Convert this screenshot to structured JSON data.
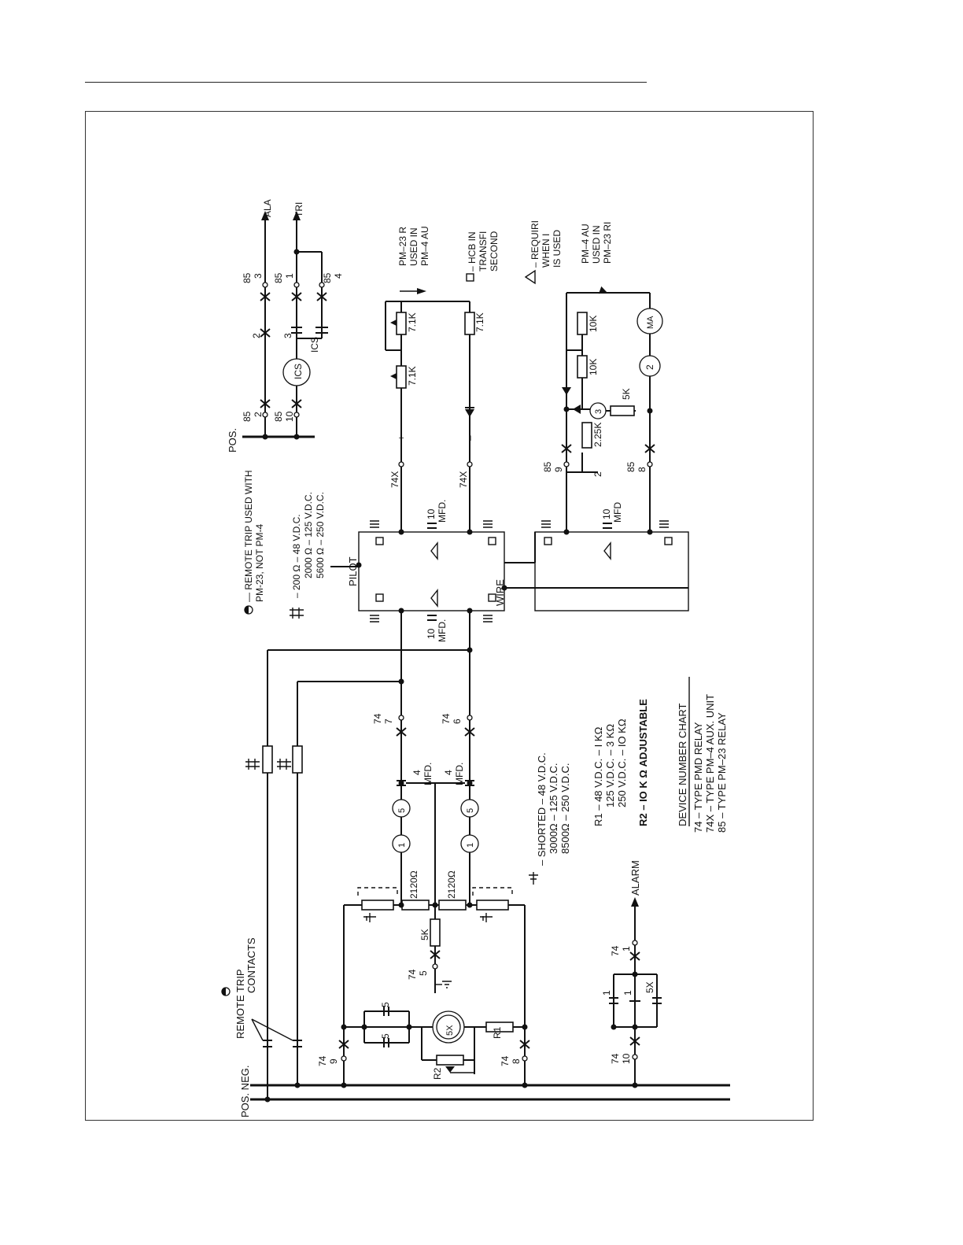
{
  "diagram": {
    "legend": {
      "remote_trip": "— REMOTE TRIP USED WITH",
      "remote_trip_2": "PM-23, NOT PM-4",
      "hash_line1": "–   200 Ω –  48 V.D.C.",
      "hash_line2": "2000 Ω – 125 V.D.C.",
      "hash_line3": "5600 Ω – 250 V.D.C.",
      "pm23_line1": "PM–23 R",
      "pm23_line2": "USED IN",
      "pm23_line3": "PM–4 AU",
      "hcb_line1": "– HCB IN",
      "hcb_line2": "TRANSFI",
      "hcb_line3": "SECOND",
      "req_line1": "– REQUIRI",
      "req_line2": "WHEN I",
      "req_line3": "IS USED",
      "pm4_line1": "PM–4 AU",
      "pm4_line2": "USED IN",
      "pm4_line3": "PM–23 RI",
      "shorted_line1": "– SHORTED – 48  V.D.C.",
      "shorted_line2": "3000Ω    – 125  V.D.C.",
      "shorted_line3": "8500Ω    – 250  V.D.C.",
      "r1_line1": "R1 –   48  V.D.C. –  I  KΩ",
      "r1_line2": "125  V.D.C. –  3  KΩ",
      "r1_line3": "250  V.D.C. – IO  KΩ",
      "r2_line": "R2 – IO K  Ω  ADJUSTABLE",
      "chart_title": "DEVICE  NUMBER  CHART",
      "chart_line1": "74  –  TYPE  PMD  RELAY",
      "chart_line2": "74X –  TYPE  PM–4  AUX.  UNIT",
      "chart_line3": "85  –  TYPE  PM–23  RELAY"
    },
    "labels": {
      "pos": "POS.",
      "pos_neg": "POS. NEG.",
      "remote_trip_contacts_1": "REMOTE  TRIP",
      "remote_trip_contacts_2": "CONTACTS",
      "pilot": "PILOT",
      "wire": "WIRE",
      "alarm_top": "ALA",
      "trip_top": "TRI",
      "alarm": "ALARM",
      "ics": "ICS",
      "r_2120_a": "2120Ω",
      "r_2120_b": "2120Ω",
      "r_5k": "5K",
      "r_5k_b": "5K",
      "r_71k_a": "7.1K",
      "r_71k_b": "7.1K",
      "r_71k_c": "7.1K",
      "r_10k_a": "10K",
      "r_10k_b": "10K",
      "r_225k": "2.25K",
      "ma": "MA",
      "coil_5x": "5X",
      "cap_4mfd_a": "4",
      "cap_4mfd_b": "4",
      "mfd": "MFD.",
      "mfd_b": "MFD.",
      "cap_10mfd_a": "10",
      "cap_10mfd_b": "10",
      "cap_10mfd_c": "10",
      "mfd_c": "MFD.",
      "mfd_d": "MFD.",
      "mfd_e": "MFD",
      "r1": "R1",
      "r2": "R2",
      "plus": "+",
      "minus": "–",
      "n1": "1",
      "n2": "2",
      "n3": "3",
      "n5": "5"
    },
    "contacts": {
      "c85_2": [
        "85",
        "2"
      ],
      "c85_10": [
        "85",
        "10"
      ],
      "c85_3": [
        "85",
        "3"
      ],
      "c85_1": [
        "85",
        "1"
      ],
      "c85_4": [
        "85",
        "4"
      ],
      "c85_9": [
        "85",
        "9"
      ],
      "c85_8": [
        "85",
        "8"
      ],
      "c74_7": [
        "74",
        "7"
      ],
      "c74_6": [
        "74",
        "6"
      ],
      "c74_9": [
        "74",
        "9"
      ],
      "c74_8": [
        "74",
        "8"
      ],
      "c74_5": [
        "74",
        "5"
      ],
      "c74_10": [
        "74",
        "10"
      ],
      "c74_1": [
        "74",
        "1"
      ],
      "c74x_a": [
        "74X"
      ],
      "c74x_b": [
        "74X"
      ]
    }
  }
}
